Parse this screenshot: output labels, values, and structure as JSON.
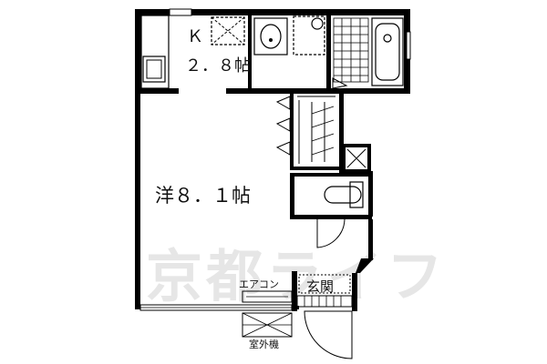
{
  "rooms": {
    "kitchen": "Ｋ　２．８帖",
    "kitchen_name": "Ｋ",
    "kitchen_size": "２．８帖",
    "western": "洋８．１帖",
    "entrance": "玄関"
  },
  "labels": {
    "aircon": "エアコン",
    "outdoor_unit": "室外機"
  },
  "watermark": "京都ライフ",
  "colors": {
    "wall": "#000000",
    "background": "#ffffff",
    "watermark": "#e6e6e6"
  }
}
